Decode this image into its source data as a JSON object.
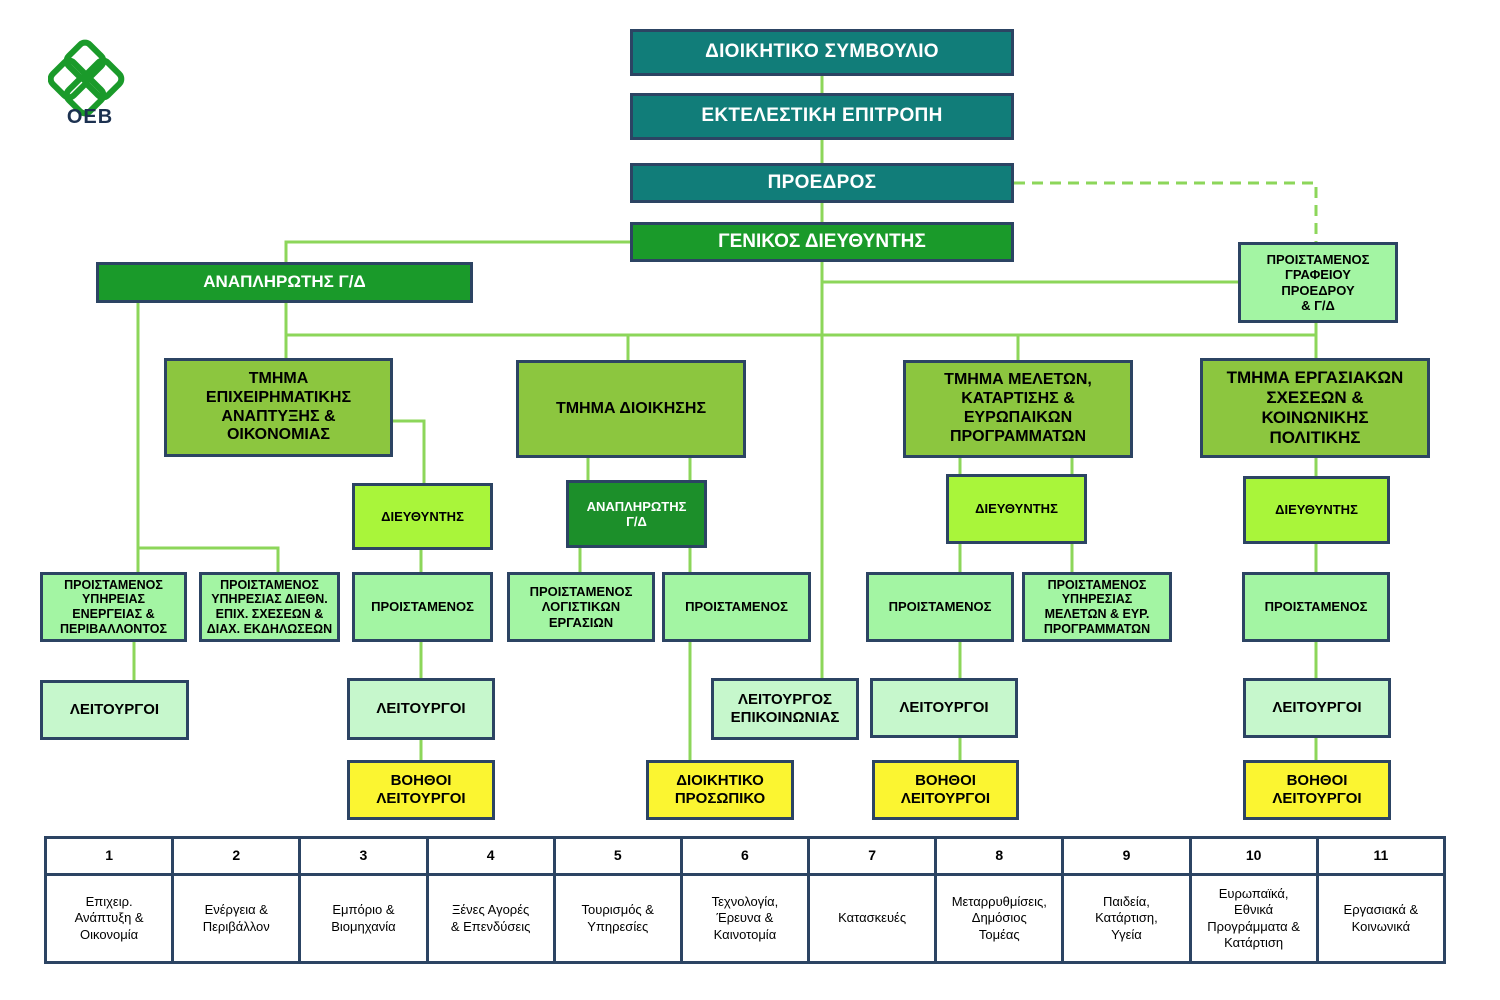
{
  "logo": {
    "text": "ΟΕΒ",
    "color": "#1a9a2a"
  },
  "colors": {
    "teal": "#117d79",
    "dark_green": "#1a9a2a",
    "mid_green": "#8cc63f",
    "lime": "#a9f53a",
    "pale_green": "#c6f7cc",
    "yellow": "#fbf531",
    "line": "#8cd65a",
    "border": "#2c4463"
  },
  "nodes": {
    "board": "ΔΙΟΙΚΗΤΙΚΟ ΣΥΜΒΟΥΛΙΟ",
    "executive_committee": "ΕΚΤΕΛΕΣΤΙΚΗ ΕΠΙΤΡΟΠΗ",
    "president": "ΠΡΟΕΔΡΟΣ",
    "general_director": "ΓΕΝΙΚΟΣ ΔΙΕΥΘΥΝΤΗΣ",
    "deputy_gd": "ΑΝΑΠΛΗΡΩΤΗΣ Γ/Δ",
    "head_president_office": "ΠΡΟΙΣΤΑΜΕΝΟΣ\nΓΡΑΦΕΙΟΥ\nΠΡΟΕΔΡΟΥ\n& Γ/Δ",
    "dept_business": "ΤΜΗΜΑ\nΕΠΙΧΕΙΡΗΜΑΤΙΚΗΣ\nΑΝΑΠΤΥΞΗΣ &\nΟΙΚΟΝΟΜΙΑΣ",
    "dept_admin": "ΤΜΗΜΑ ΔΙΟΙΚΗΣΗΣ",
    "dept_studies": "ΤΜΗΜΑ ΜΕΛΕΤΩΝ,\nΚΑΤΑΡΤΙΣΗΣ &\nΕΥΡΩΠΑΙΚΩΝ\nΠΡΟΓΡΑΜΜΑΤΩΝ",
    "dept_labour": "ΤΜΗΜΑ ΕΡΓΑΣΙΑΚΩΝ\nΣΧΕΣΕΩΝ &\nΚΟΙΝΩΝΙΚΗΣ\nΠΟΛΙΤΙΚΗΣ",
    "director_business": "ΔΙΕΥΘΥΝΤΗΣ",
    "deputy_gd_admin": "ΑΝΑΠΛΗΡΩΤΗΣ\nΓ/Δ",
    "director_studies": "ΔΙΕΥΘΥΝΤΗΣ",
    "director_labour": "ΔΙΕΥΘΥΝΤΗΣ",
    "head_energy": "ΠΡΟΙΣΤΑΜΕΝΟΣ\nΥΠΗΡΕΙΑΣ\nΕΝΕΡΓΕΙΑΣ &\nΠΕΡΙΒΑΛΛΟΝΤΟΣ",
    "head_intl": "ΠΡΟΙΣΤΑΜΕΝΟΣ\nΥΠΗΡΕΣΙΑΣ ΔΙΕΘΝ.\nΕΠΙΧ. ΣΧΕΣΕΩΝ &\nΔΙΑΧ. ΕΚΔΗΛΩΣΕΩΝ",
    "head_business": "ΠΡΟΙΣΤΑΜΕΝΟΣ",
    "head_accounting": "ΠΡΟΙΣΤΑΜΕΝΟΣ\nΛΟΓΙΣΤΙΚΩΝ\nΕΡΓΑΣΙΩΝ",
    "head_admin": "ΠΡΟΙΣΤΑΜΕΝΟΣ",
    "head_studies": "ΠΡΟΙΣΤΑΜΕΝΟΣ",
    "head_studies_service": "ΠΡΟΙΣΤΑΜΕΝΟΣ\nΥΠΗΡΕΣΙΑΣ\nΜΕΛΕΤΩΝ & ΕΥΡ.\nΠΡΟΓΡΑΜΜΑΤΩΝ",
    "head_labour": "ΠΡΟΙΣΤΑΜΕΝΟΣ",
    "officers_energy": "ΛΕΙΤΟΥΡΓΟΙ",
    "officers_business": "ΛΕΙΤΟΥΡΓΟΙ",
    "comms_officer": "ΛΕΙΤΟΥΡΓΟΣ\nΕΠΙΚΟΙΝΩΝΙΑΣ",
    "officers_studies": "ΛΕΙΤΟΥΡΓΟΙ",
    "officers_labour": "ΛΕΙΤΟΥΡΓΟΙ",
    "assistants_business": "ΒΟΗΘΟΙ\nΛΕΙΤΟΥΡΓΟΙ",
    "admin_staff": "ΔΙΟΙΚΗΤΙΚΟ\nΠΡΟΣΩΠΙΚΟ",
    "assistants_studies": "ΒΟΗΘΟΙ\nΛΕΙΤΟΥΡΓΟΙ",
    "assistants_labour": "ΒΟΗΘΟΙ\nΛΕΙΤΟΥΡΓΟΙ"
  },
  "sectors": {
    "numbers": [
      "1",
      "2",
      "3",
      "4",
      "5",
      "6",
      "7",
      "8",
      "9",
      "10",
      "11"
    ],
    "names": [
      "Επιχειρ.\nΑνάπτυξη &\nΟικονομία",
      "Ενέργεια &\nΠεριβάλλον",
      "Εμπόριο &\nΒιομηχανία",
      "Ξένες Αγορές\n& Επενδύσεις",
      "Τουρισμός &\nΥπηρεσίες",
      "Τεχνολογία,\nΈρευνα &\nΚαινοτομία",
      "Κατασκευές",
      "Μεταρρυθμίσεις,\nΔημόσιος\nΤομέας",
      "Παιδεία,\nΚατάρτιση,\nΥγεία",
      "Ευρωπαϊκά,\nΕθνικά\nΠρογράμματα &\nΚατάρτιση",
      "Εργασιακά &\nΚοινωνικά"
    ]
  }
}
